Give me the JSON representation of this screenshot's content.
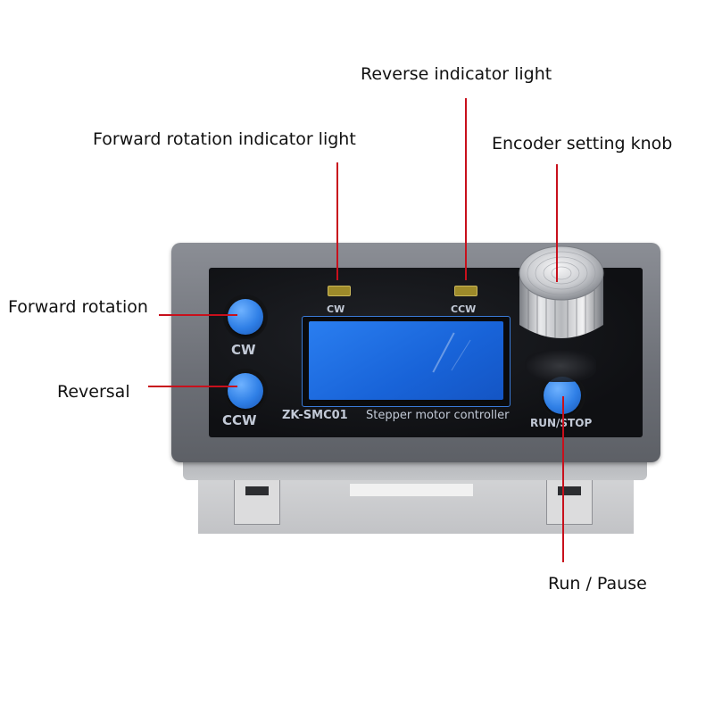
{
  "callouts": {
    "reverse_indicator": "Reverse indicator light",
    "forward_indicator": "Forward rotation indicator light",
    "encoder_knob": "Encoder setting knob",
    "forward_rotation": "Forward rotation",
    "reversal": "Reversal",
    "run_pause": "Run / Pause"
  },
  "panel": {
    "led_cw_label": "CW",
    "led_ccw_label": "CCW",
    "btn_cw_label": "CW",
    "btn_ccw_label": "CCW",
    "run_stop_label": "RUN/STOP",
    "model_label": "ZK-SMC01",
    "description_label": "Stepper motor controller"
  },
  "colors": {
    "leader_line": "#c8101c",
    "button_blue": "#2f7fe6",
    "lcd_blue": "#1a6be0",
    "housing_gray": "#6c6f76"
  }
}
